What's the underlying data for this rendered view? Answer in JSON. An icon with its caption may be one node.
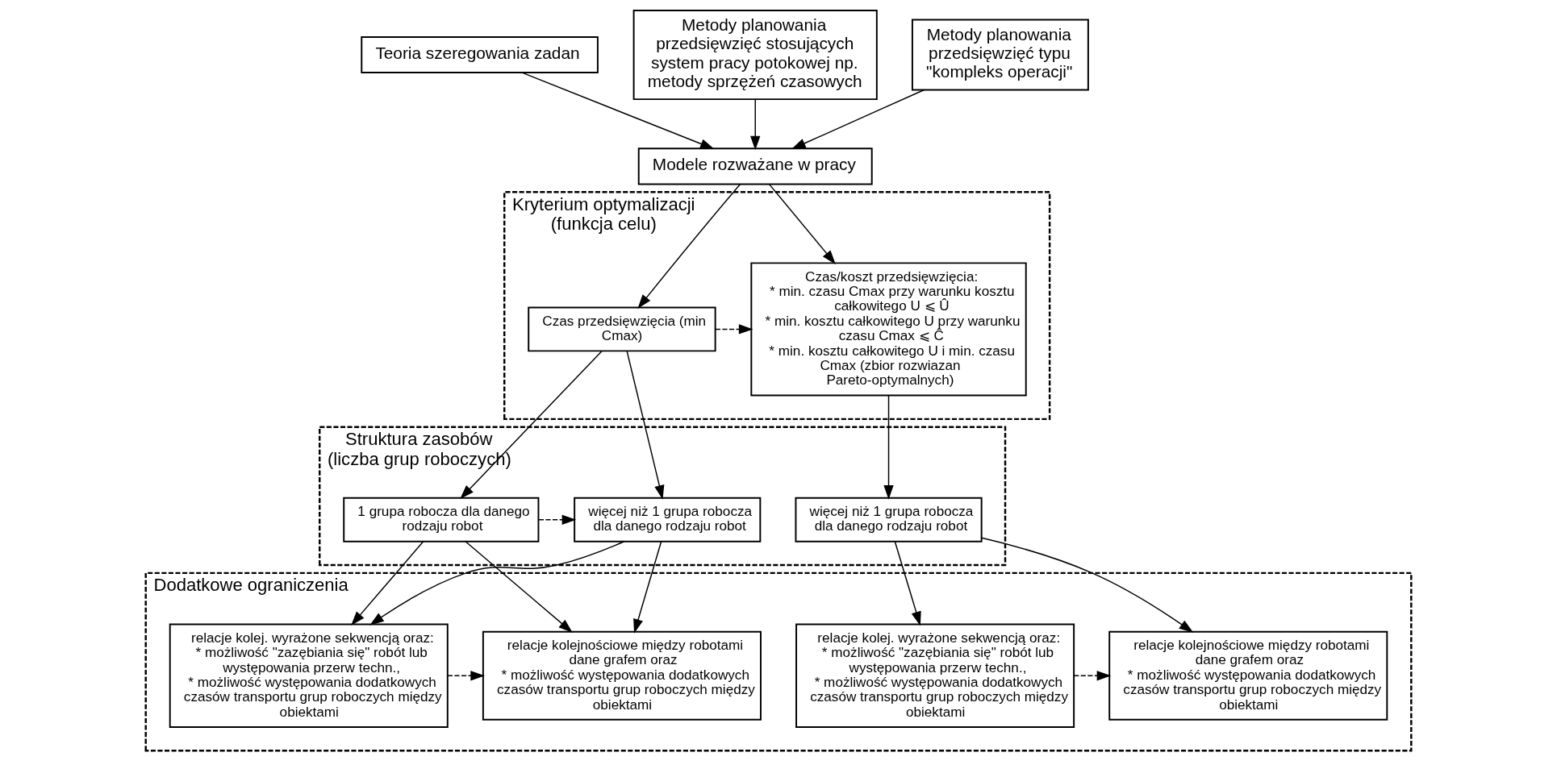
{
  "diagram": {
    "nodes": [
      {
        "text": [
          "Teoria szeregowania zadan"
        ]
      },
      {
        "text": [
          "Metody planowania przedsięwzięć stosujących system pracy potokowej np. metody sprzężeń czasowych"
        ]
      },
      {
        "text": [
          "Metody planowania przedsięwzięć typu \"kompleks operacji\""
        ]
      },
      {
        "text": [
          "Modele rozważane w pracy"
        ]
      },
      {
        "text": [
          "Kryterium optymalizacji (funkcja celu)"
        ]
      },
      {
        "text": [
          "Czas przedsięwzięcia (min Cmax)"
        ],
        "in": 4
      },
      {
        "text": [
          "Czas/koszt przedsięwzięcia:",
          "* min. czasu Cmax przy warunku kosztu całkowitego U ⩽ Û",
          "* min. kosztu całkowitego U przy warunku czasu Cmax ⩽ Ĉ",
          "* min. kosztu całkowitego U i min. czasu Cmax (zbior rozwiazan Pareto-optymalnych)"
        ],
        "in": 4
      },
      {
        "text": [
          "Struktura zasobów (liczba grup roboczych)"
        ]
      },
      {
        "text": [
          "1 grupa robocza dla danego rodzaju robot"
        ],
        "in": 7
      },
      {
        "text": [
          "więcej niż 1 grupa robocza dla danego rodzaju robot"
        ],
        "in": 7
      },
      {
        "text": [
          "więcej niż 1 grupa robocza dla danego rodzaju robot"
        ],
        "in": 7
      },
      {
        "text": [
          "Dodatkowe ograniczenia"
        ]
      },
      {
        "text": [
          "relacje kolej. wyrażone sekwencją oraz:",
          "* możliwość \"zazębiania się\" robót lub występowania przerw techn.,",
          "* możliwość występowania dodatkowych czasów transportu grup roboczych między obiektami"
        ],
        "in": 11
      },
      {
        "text": [
          "relacje kolejnościowe między robotami dane grafem oraz",
          "* możliwość występowania dodatkowych czasów transportu grup roboczych między obiektami"
        ],
        "in": 11
      },
      {
        "text": [
          "relacje kolej. wyrażone sekwencją oraz:",
          "* możliwość \"zazębiania się\" robót lub występowania przerw techn.,",
          "* możliwość występowania dodatkowych czasów transportu grup roboczych między obiektami"
        ],
        "in": 11
      },
      {
        "text": [
          "relacje kolejnościowe między robotami dane grafem oraz",
          "* możliwość występowania dodatkowych czasów transportu grup roboczych między obiektami"
        ],
        "in": 11
      }
    ],
    "edges": [
      {
        "from": 0,
        "to": 3,
        "arrow": "to"
      },
      {
        "from": 1,
        "to": 3,
        "arrow": "to"
      },
      {
        "from": 2,
        "to": 3,
        "arrow": "to"
      },
      {
        "from": 3,
        "to": 5,
        "arrow": "to"
      },
      {
        "from": 3,
        "to": 6,
        "arrow": "to"
      },
      {
        "from": 5,
        "to": 6,
        "arrow": "to",
        "style": "dashed"
      },
      {
        "from": 5,
        "to": 8,
        "arrow": "to"
      },
      {
        "from": 5,
        "to": 9,
        "arrow": "to"
      },
      {
        "from": 8,
        "to": 9,
        "arrow": "to",
        "style": "dashed"
      },
      {
        "from": 6,
        "to": 10,
        "arrow": "to"
      },
      {
        "from": 8,
        "to": 12,
        "arrow": "to"
      },
      {
        "from": 8,
        "to": 13,
        "arrow": "to"
      },
      {
        "from": 9,
        "to": 12,
        "arrow": "to"
      },
      {
        "from": 9,
        "to": 13,
        "arrow": "to"
      },
      {
        "from": 12,
        "to": 13,
        "arrow": "to",
        "style": "dashed"
      },
      {
        "from": 10,
        "to": 14,
        "arrow": "to"
      },
      {
        "from": 10,
        "to": 15,
        "arrow": "to"
      },
      {
        "from": 14,
        "to": 15,
        "arrow": "to",
        "style": "dashed"
      }
    ]
  }
}
